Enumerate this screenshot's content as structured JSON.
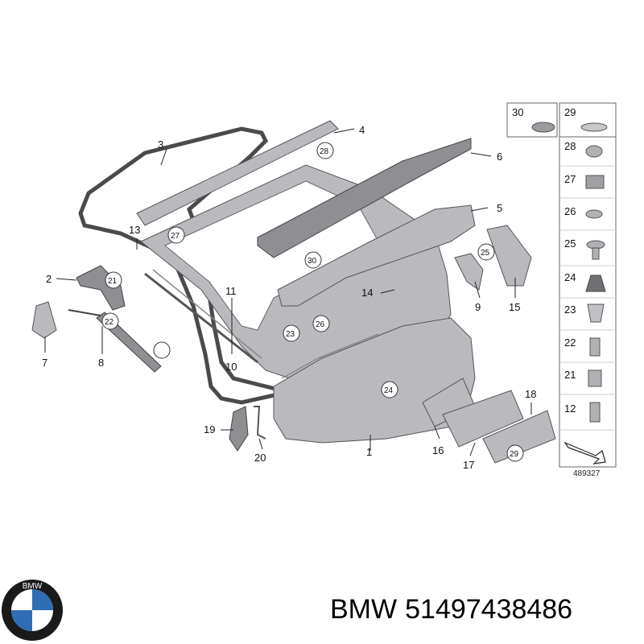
{
  "diagram": {
    "reference_number": "489327",
    "callouts": {
      "c1": "1",
      "c2": "2",
      "c3": "3",
      "c4": "4",
      "c5": "5",
      "c6": "6",
      "c7": "7",
      "c8": "8",
      "c9": "9",
      "c10": "10",
      "c11": "11",
      "c12": "12",
      "c13": "13",
      "c14": "14",
      "c15": "15",
      "c16": "16",
      "c17": "17",
      "c18": "18",
      "c19": "19",
      "c20": "20",
      "c21": "21",
      "c22": "22",
      "c23": "23",
      "c24": "24",
      "c25": "25",
      "c26": "26",
      "c27": "27",
      "c28": "28",
      "c29": "29",
      "c30": "30"
    },
    "side_panel": {
      "top_left": "30",
      "top_right": "29",
      "items": [
        "28",
        "27",
        "26",
        "25",
        "24",
        "23",
        "22",
        "21",
        "12"
      ]
    }
  },
  "footer": {
    "brand_logo": "BMW",
    "brand": "BMW",
    "part_number": "51497438486"
  }
}
